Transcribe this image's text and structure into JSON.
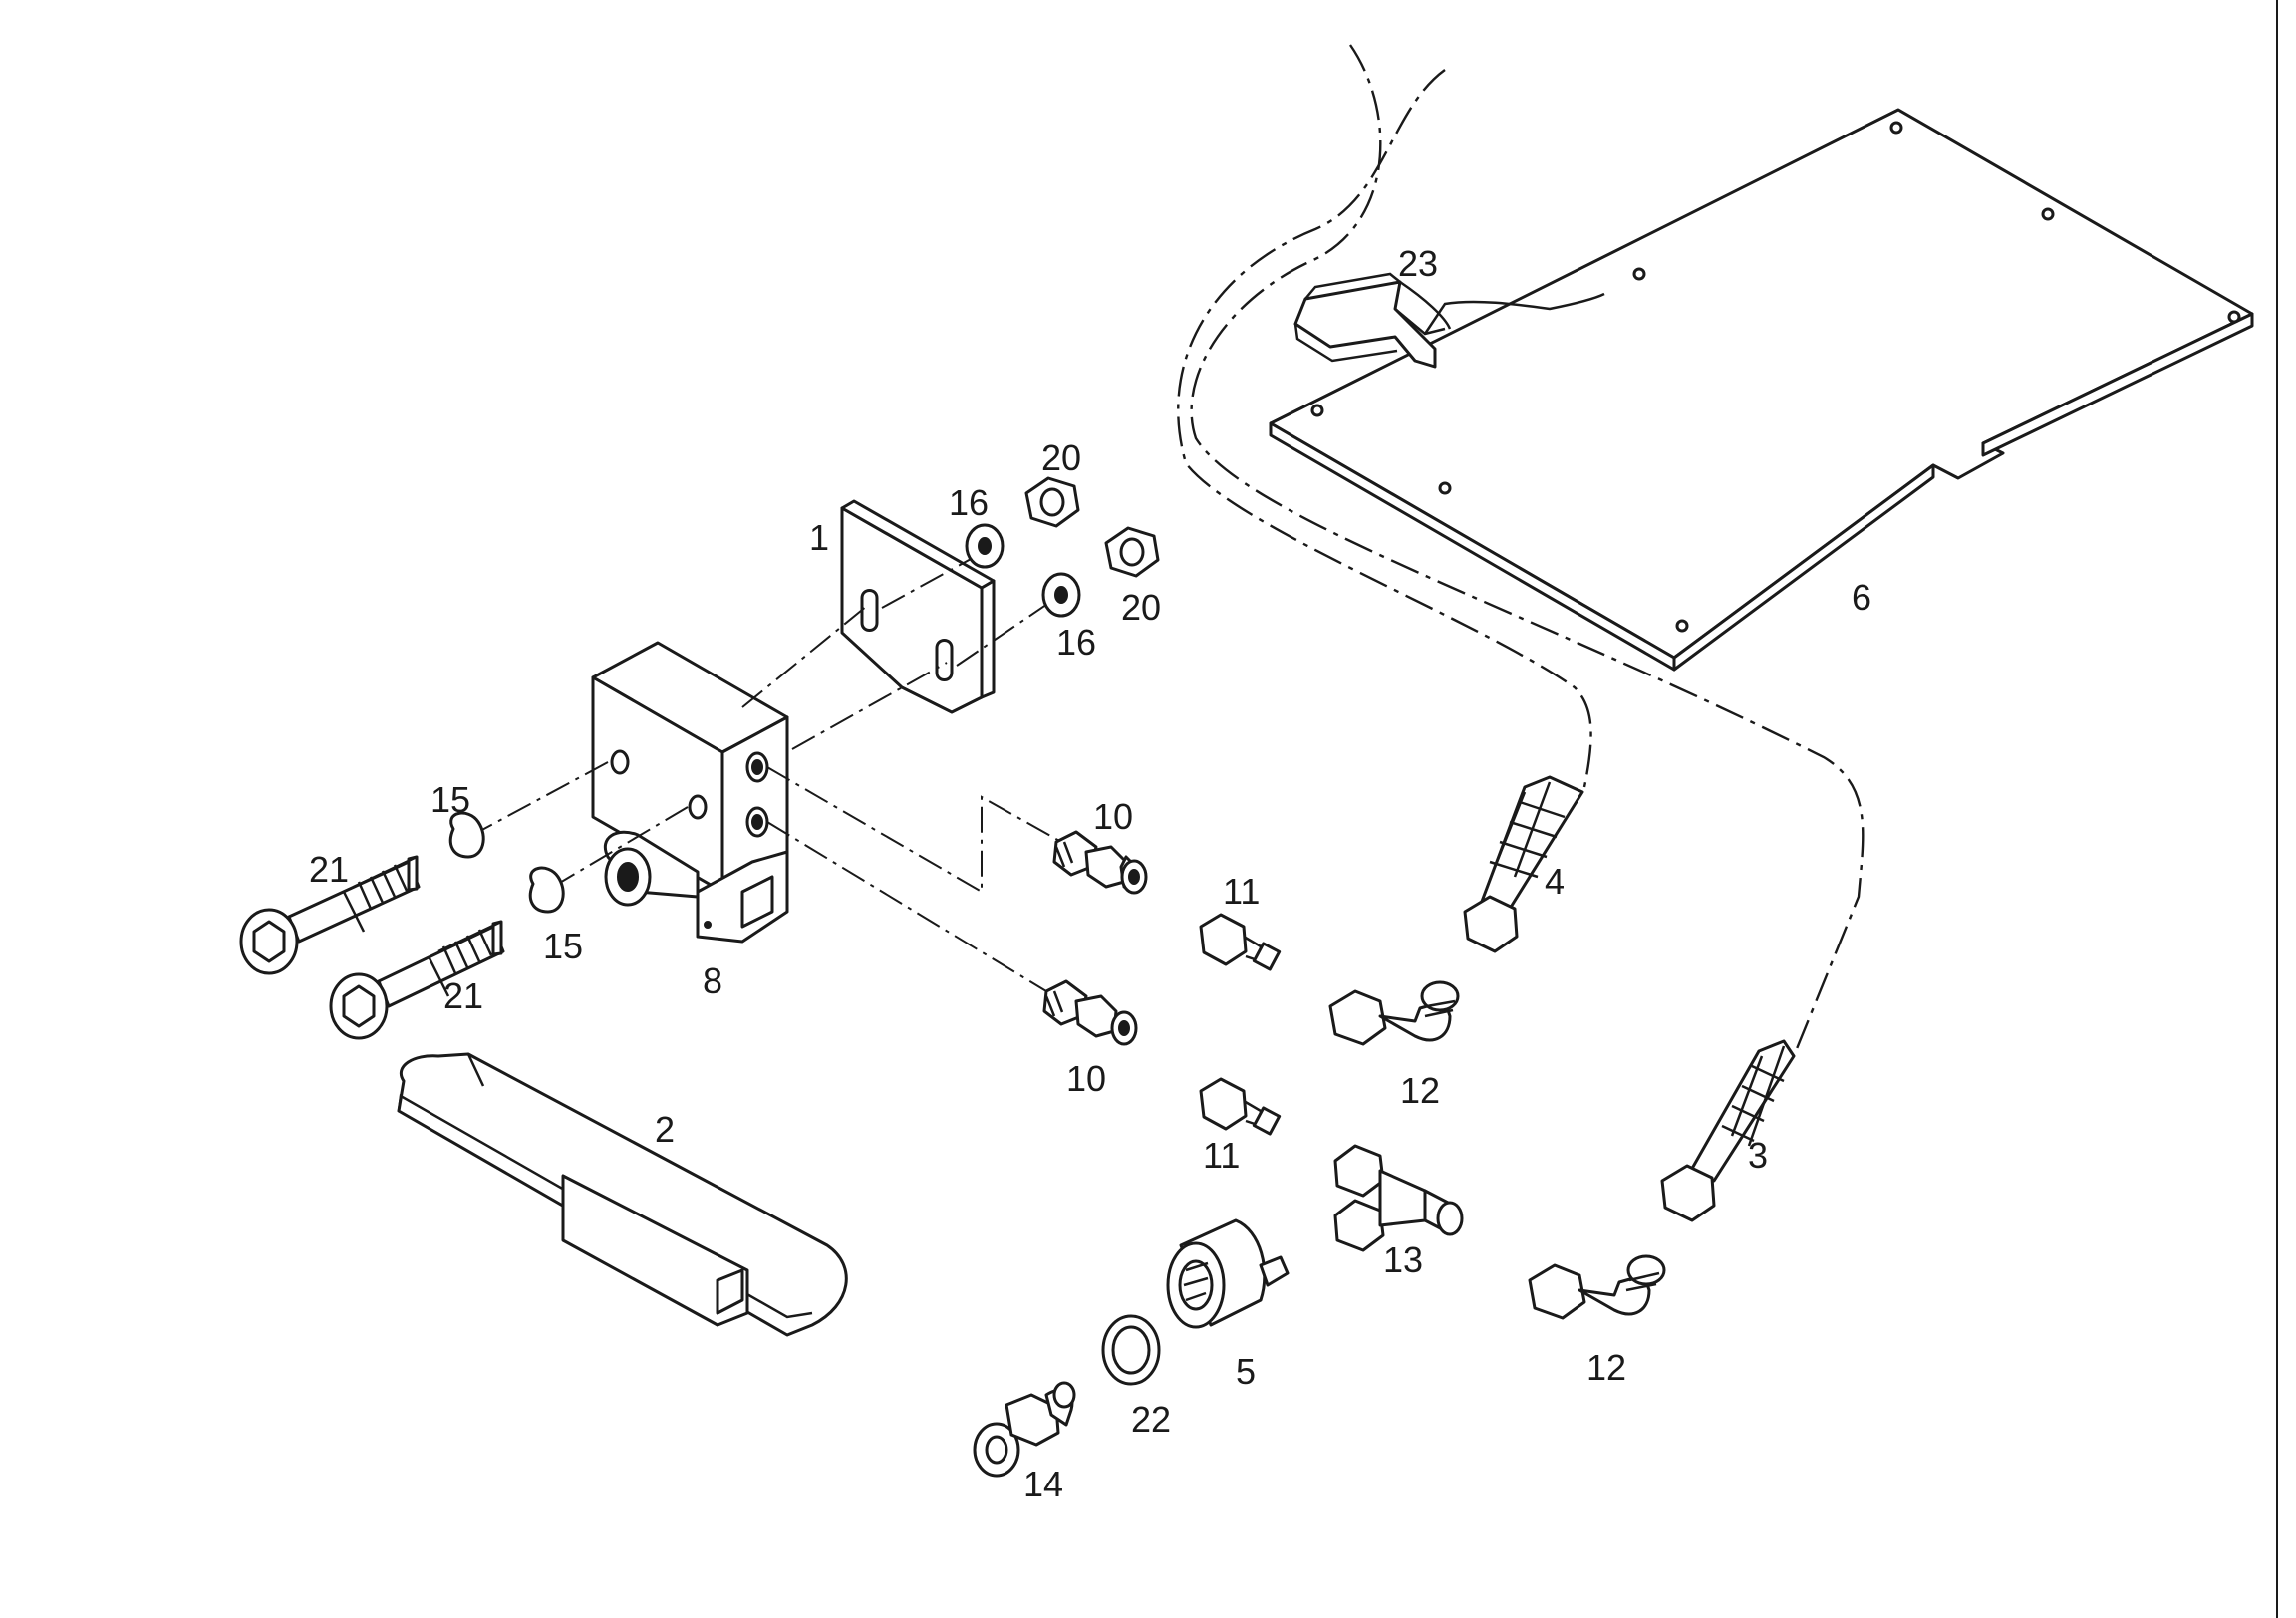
{
  "callouts": {
    "c1": "1",
    "c2": "2",
    "c3": "3",
    "c4": "4",
    "c5": "5",
    "c6": "6",
    "c8": "8",
    "c10a": "10",
    "c10b": "10",
    "c11a": "11",
    "c11b": "11",
    "c12a": "12",
    "c12b": "12",
    "c13": "13",
    "c14": "14",
    "c15a": "15",
    "c15b": "15",
    "c16a": "16",
    "c16b": "16",
    "c20a": "20",
    "c20b": "20",
    "c21a": "21",
    "c21b": "21",
    "c22": "22",
    "c23": "23"
  }
}
